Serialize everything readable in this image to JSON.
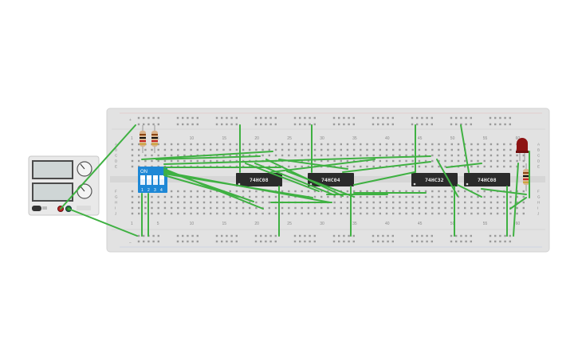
{
  "breadboard": {
    "column_numbers": [
      "1",
      "5",
      "10",
      "15",
      "20",
      "25",
      "30",
      "35",
      "40",
      "45",
      "50",
      "55",
      "60"
    ],
    "row_letters_top": [
      "A",
      "B",
      "C",
      "D",
      "E"
    ],
    "row_letters_bottom": [
      "F",
      "G",
      "H",
      "I",
      "J"
    ],
    "rail_plus": "+",
    "rail_minus": "−"
  },
  "chips": [
    {
      "label": "74HC08"
    },
    {
      "label": "74HC04"
    },
    {
      "label": "74HC32"
    },
    {
      "label": "74HC08"
    }
  ],
  "dip_switch": {
    "on_label": "ON",
    "numbers": [
      "1",
      "2",
      "3",
      "4"
    ]
  },
  "power_supply": {
    "knob1_label": "",
    "knob2_label": ""
  },
  "colors": {
    "board": "#e1e1e1",
    "wire": "#3fb142",
    "chip": "#2b2b2b",
    "dip": "#1e88d6",
    "led": "#8e1313"
  }
}
